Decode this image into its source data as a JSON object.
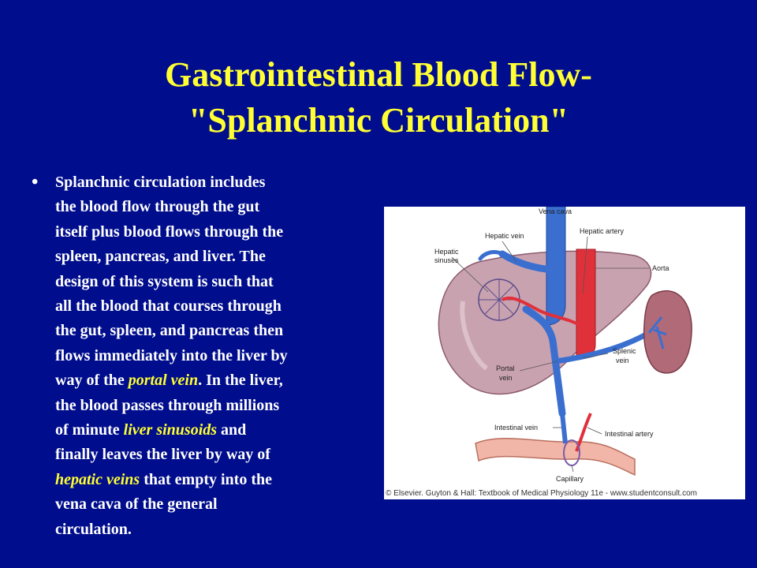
{
  "title": {
    "line1": "Gastrointestinal Blood Flow-",
    "line2": "\"Splanchnic Circulation\""
  },
  "bullet": {
    "symbol": "•",
    "lines": [
      {
        "parts": [
          {
            "text": "Splanchnic circulation includes"
          }
        ]
      },
      {
        "parts": [
          {
            "text": "the blood flow through the gut"
          }
        ]
      },
      {
        "parts": [
          {
            "text": "itself plus blood flows through the"
          }
        ]
      },
      {
        "parts": [
          {
            "text": "spleen, pancreas, and liver. The"
          }
        ]
      },
      {
        "parts": [
          {
            "text": "design of this system is such that"
          }
        ]
      },
      {
        "parts": [
          {
            "text": "all the blood that courses through"
          }
        ]
      },
      {
        "parts": [
          {
            "text": "the gut, spleen, and pancreas then"
          }
        ]
      },
      {
        "parts": [
          {
            "text": "flows immediately into the liver by"
          }
        ]
      },
      {
        "parts": [
          {
            "text": "way of the "
          },
          {
            "text": "portal vein",
            "em": true
          },
          {
            "text": ". In the liver,"
          }
        ]
      },
      {
        "parts": [
          {
            "text": "the blood passes through millions"
          }
        ]
      },
      {
        "parts": [
          {
            "text": "of minute "
          },
          {
            "text": "liver sinusoids",
            "em": true
          },
          {
            "text": " and"
          }
        ]
      },
      {
        "parts": [
          {
            "text": "finally leaves the liver by way of"
          }
        ]
      },
      {
        "parts": [
          {
            "text": "hepatic veins",
            "em": true
          },
          {
            "text": " that empty into the"
          }
        ]
      },
      {
        "parts": [
          {
            "text": "vena cava of the general"
          }
        ]
      },
      {
        "parts": [
          {
            "text": "circulation."
          }
        ]
      }
    ]
  },
  "figure": {
    "labels": {
      "vena_cava": "Vena cava",
      "hepatic_vein": "Hepatic vein",
      "hepatic_artery": "Hepatic artery",
      "hepatic_sinuses_1": "Hepatic",
      "hepatic_sinuses_2": "sinuses",
      "aorta": "Aorta",
      "splenic_vein_1": "Splenic",
      "splenic_vein_2": "vein",
      "portal_vein_1": "Portal",
      "portal_vein_2": "vein",
      "intestinal_vein": "Intestinal vein",
      "intestinal_artery": "Intestinal artery",
      "capillary": "Capillary"
    },
    "caption": "© Elsevier. Guyton & Hall: Textbook of Medical Physiology 11e - www.studentconsult.com"
  },
  "colors": {
    "background": "#000d8c",
    "title": "#ffff33",
    "body_text": "#ffffff",
    "emphasis": "#ffff33",
    "vein": "#3a6fd0",
    "artery": "#e0303a",
    "liver": "#c9a2b0",
    "spleen": "#b06a78",
    "intestine": "#f2b6a8"
  }
}
